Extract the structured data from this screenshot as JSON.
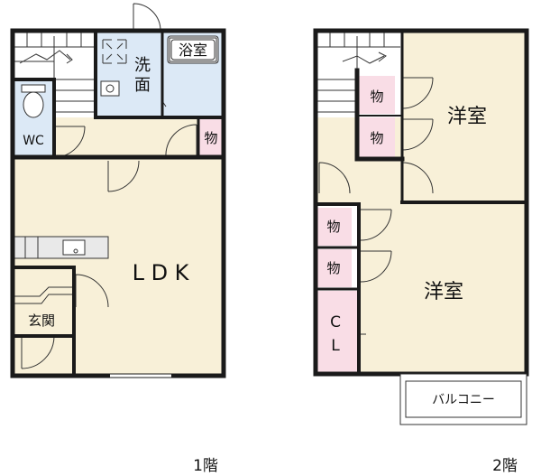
{
  "floor1": {
    "label": "1階",
    "rooms": {
      "wash": "洗\n面",
      "bath": "浴室",
      "wc": "WC",
      "storage": "物",
      "ldk": "L D K",
      "entrance": "玄関"
    }
  },
  "floor2": {
    "label": "2階",
    "rooms": {
      "western_top": "洋室",
      "western_bottom": "洋室",
      "storage_1": "物",
      "storage_2": "物",
      "storage_3": "物",
      "storage_4": "物",
      "closet": "C\nL",
      "balcony": "バルコニー"
    }
  },
  "colors": {
    "beige": "#f8f0d8",
    "blue": "#dce9f6",
    "pink": "#f9dde6",
    "wall": "#1a1a1a"
  }
}
